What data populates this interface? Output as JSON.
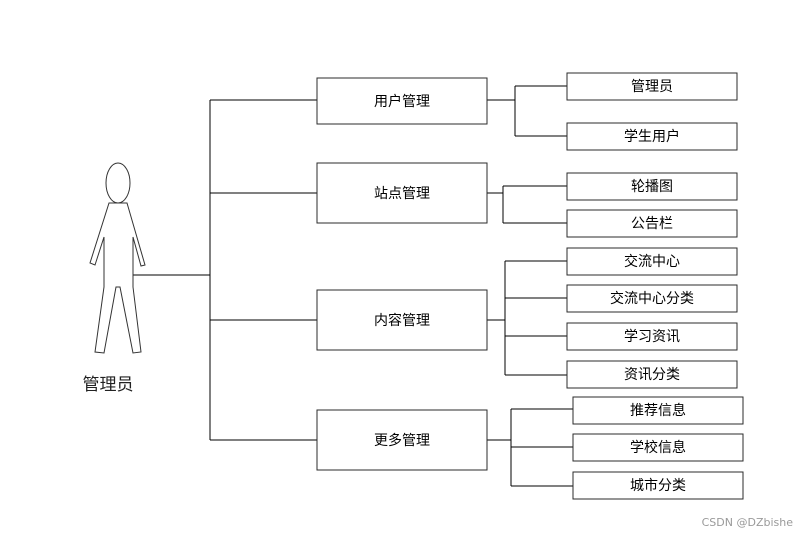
{
  "actor": {
    "label": "管理员"
  },
  "modules": [
    {
      "label": "用户管理",
      "children": [
        "管理员",
        "学生用户"
      ]
    },
    {
      "label": "站点管理",
      "children": [
        "轮播图",
        "公告栏"
      ]
    },
    {
      "label": "内容管理",
      "children": [
        "交流中心",
        "交流中心分类",
        "学习资讯",
        "资讯分类"
      ]
    },
    {
      "label": "更多管理",
      "children": [
        "推荐信息",
        "学校信息",
        "城市分类"
      ]
    }
  ],
  "watermark": "CSDN @DZbishe",
  "colors": {
    "line": "#000000",
    "box_border": "#2b2b2b",
    "background": "#ffffff",
    "watermark": "#9a9a9a"
  }
}
